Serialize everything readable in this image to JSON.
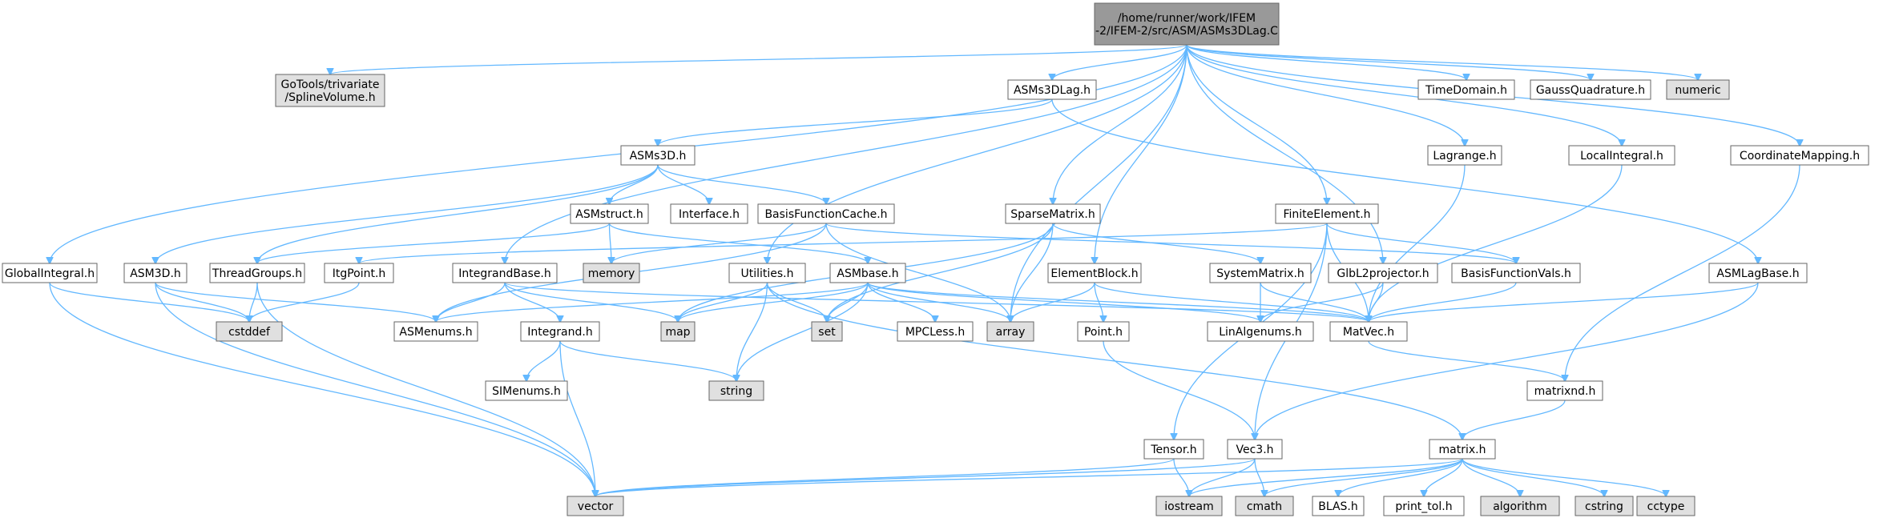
{
  "graph": {
    "direction": "top-down",
    "colors": {
      "edge": "#63b8ff",
      "node_fill": "#ffffff",
      "root_fill": "#999999",
      "external_fill": "#e0e0e0",
      "border": "#666666"
    },
    "nodes": [
      {
        "id": "root",
        "lines": [
          "/home/runner/work/IFEM",
          "-2/IFEM-2/src/ASM/ASMs3DLag.C"
        ],
        "style": "root"
      },
      {
        "id": "gotools",
        "lines": [
          "GoTools/trivariate",
          "/SplineVolume.h"
        ],
        "style": "external"
      },
      {
        "id": "asms3dlag_h",
        "lines": [
          "ASMs3DLag.h"
        ],
        "style": "local"
      },
      {
        "id": "timedomain",
        "lines": [
          "TimeDomain.h"
        ],
        "style": "local"
      },
      {
        "id": "gaussquad",
        "lines": [
          "GaussQuadrature.h"
        ],
        "style": "local"
      },
      {
        "id": "numeric",
        "lines": [
          "numeric"
        ],
        "style": "external"
      },
      {
        "id": "asms3d",
        "lines": [
          "ASMs3D.h"
        ],
        "style": "local"
      },
      {
        "id": "lagrange",
        "lines": [
          "Lagrange.h"
        ],
        "style": "local"
      },
      {
        "id": "localintegral",
        "lines": [
          "LocalIntegral.h"
        ],
        "style": "local"
      },
      {
        "id": "coordmapping",
        "lines": [
          "CoordinateMapping.h"
        ],
        "style": "local"
      },
      {
        "id": "asmstruct",
        "lines": [
          "ASMstruct.h"
        ],
        "style": "local"
      },
      {
        "id": "interface",
        "lines": [
          "Interface.h"
        ],
        "style": "local"
      },
      {
        "id": "bfcache",
        "lines": [
          "BasisFunctionCache.h"
        ],
        "style": "local"
      },
      {
        "id": "sparsematrix",
        "lines": [
          "SparseMatrix.h"
        ],
        "style": "local"
      },
      {
        "id": "finiteelement",
        "lines": [
          "FiniteElement.h"
        ],
        "style": "local"
      },
      {
        "id": "globalintegral",
        "lines": [
          "GlobalIntegral.h"
        ],
        "style": "local"
      },
      {
        "id": "asm3d",
        "lines": [
          "ASM3D.h"
        ],
        "style": "local"
      },
      {
        "id": "threadgroups",
        "lines": [
          "ThreadGroups.h"
        ],
        "style": "local"
      },
      {
        "id": "itgpoint",
        "lines": [
          "ItgPoint.h"
        ],
        "style": "local"
      },
      {
        "id": "integrandbase",
        "lines": [
          "IntegrandBase.h"
        ],
        "style": "local"
      },
      {
        "id": "memory",
        "lines": [
          "memory"
        ],
        "style": "external"
      },
      {
        "id": "utilities",
        "lines": [
          "Utilities.h"
        ],
        "style": "local"
      },
      {
        "id": "asmbase",
        "lines": [
          "ASMbase.h"
        ],
        "style": "local"
      },
      {
        "id": "elementblock",
        "lines": [
          "ElementBlock.h"
        ],
        "style": "local"
      },
      {
        "id": "systemmatrix",
        "lines": [
          "SystemMatrix.h"
        ],
        "style": "local"
      },
      {
        "id": "glbl2proj",
        "lines": [
          "GlbL2projector.h"
        ],
        "style": "local"
      },
      {
        "id": "bfvals",
        "lines": [
          "BasisFunctionVals.h"
        ],
        "style": "local"
      },
      {
        "id": "asmlagbase",
        "lines": [
          "ASMLagBase.h"
        ],
        "style": "local"
      },
      {
        "id": "cstddef",
        "lines": [
          "cstddef"
        ],
        "style": "external"
      },
      {
        "id": "asmenums",
        "lines": [
          "ASMenums.h"
        ],
        "style": "local"
      },
      {
        "id": "integrand",
        "lines": [
          "Integrand.h"
        ],
        "style": "local"
      },
      {
        "id": "map",
        "lines": [
          "map"
        ],
        "style": "external"
      },
      {
        "id": "set",
        "lines": [
          "set"
        ],
        "style": "external"
      },
      {
        "id": "mpcless",
        "lines": [
          "MPCLess.h"
        ],
        "style": "local"
      },
      {
        "id": "array",
        "lines": [
          "array"
        ],
        "style": "external"
      },
      {
        "id": "pointh",
        "lines": [
          "Point.h"
        ],
        "style": "local"
      },
      {
        "id": "linalgenums",
        "lines": [
          "LinAlgenums.h"
        ],
        "style": "local"
      },
      {
        "id": "matvec",
        "lines": [
          "MatVec.h"
        ],
        "style": "local"
      },
      {
        "id": "simenums",
        "lines": [
          "SIMenums.h"
        ],
        "style": "local"
      },
      {
        "id": "string",
        "lines": [
          "string"
        ],
        "style": "external"
      },
      {
        "id": "matrixnd",
        "lines": [
          "matrixnd.h"
        ],
        "style": "local"
      },
      {
        "id": "tensor",
        "lines": [
          "Tensor.h"
        ],
        "style": "local"
      },
      {
        "id": "vec3",
        "lines": [
          "Vec3.h"
        ],
        "style": "local"
      },
      {
        "id": "matrix",
        "lines": [
          "matrix.h"
        ],
        "style": "local"
      },
      {
        "id": "vector",
        "lines": [
          "vector"
        ],
        "style": "external"
      },
      {
        "id": "iostream",
        "lines": [
          "iostream"
        ],
        "style": "external"
      },
      {
        "id": "cmath",
        "lines": [
          "cmath"
        ],
        "style": "external"
      },
      {
        "id": "blas",
        "lines": [
          "BLAS.h"
        ],
        "style": "local"
      },
      {
        "id": "printtol",
        "lines": [
          "print_tol.h"
        ],
        "style": "local"
      },
      {
        "id": "algorithm",
        "lines": [
          "algorithm"
        ],
        "style": "external"
      },
      {
        "id": "cstring",
        "lines": [
          "cstring"
        ],
        "style": "external"
      },
      {
        "id": "cctype",
        "lines": [
          "cctype"
        ],
        "style": "external"
      }
    ],
    "edges": [
      [
        "root",
        "gotools"
      ],
      [
        "root",
        "asms3dlag_h"
      ],
      [
        "root",
        "timedomain"
      ],
      [
        "root",
        "gaussquad"
      ],
      [
        "root",
        "numeric"
      ],
      [
        "root",
        "lagrange"
      ],
      [
        "root",
        "localintegral"
      ],
      [
        "root",
        "coordmapping"
      ],
      [
        "root",
        "sparsematrix"
      ],
      [
        "root",
        "finiteelement"
      ],
      [
        "root",
        "globalintegral"
      ],
      [
        "root",
        "integrandbase"
      ],
      [
        "root",
        "elementblock"
      ],
      [
        "root",
        "glbl2proj"
      ],
      [
        "root",
        "array"
      ],
      [
        "root",
        "utilities"
      ],
      [
        "asms3dlag_h",
        "asms3d"
      ],
      [
        "asms3dlag_h",
        "asmlagbase"
      ],
      [
        "asms3d",
        "asmstruct"
      ],
      [
        "asms3d",
        "interface"
      ],
      [
        "asms3d",
        "bfcache"
      ],
      [
        "asms3d",
        "asm3d"
      ],
      [
        "asms3d",
        "threadgroups"
      ],
      [
        "asmstruct",
        "asmbase"
      ],
      [
        "asmstruct",
        "memory"
      ],
      [
        "asmstruct",
        "threadgroups"
      ],
      [
        "bfcache",
        "memory"
      ],
      [
        "bfcache",
        "array"
      ],
      [
        "bfcache",
        "bfvals"
      ],
      [
        "bfcache",
        "asmenums"
      ],
      [
        "sparsematrix",
        "systemmatrix"
      ],
      [
        "sparsematrix",
        "map"
      ],
      [
        "sparsematrix",
        "array"
      ],
      [
        "sparsematrix",
        "set"
      ],
      [
        "finiteelement",
        "tensor"
      ],
      [
        "finiteelement",
        "bfvals"
      ],
      [
        "finiteelement",
        "matvec"
      ],
      [
        "finiteelement",
        "vec3"
      ],
      [
        "finiteelement",
        "itgpoint"
      ],
      [
        "globalintegral",
        "cstddef"
      ],
      [
        "globalintegral",
        "vector"
      ],
      [
        "asm3d",
        "cstddef"
      ],
      [
        "asm3d",
        "asmenums"
      ],
      [
        "asm3d",
        "vector"
      ],
      [
        "threadgroups",
        "cstddef"
      ],
      [
        "threadgroups",
        "vector"
      ],
      [
        "itgpoint",
        "cstddef"
      ],
      [
        "integrandbase",
        "asmenums"
      ],
      [
        "integrandbase",
        "integrand"
      ],
      [
        "integrandbase",
        "map"
      ],
      [
        "integrandbase",
        "matvec"
      ],
      [
        "utilities",
        "map"
      ],
      [
        "utilities",
        "set"
      ],
      [
        "utilities",
        "string"
      ],
      [
        "utilities",
        "matrix"
      ],
      [
        "asmbase",
        "asmenums"
      ],
      [
        "asmbase",
        "map"
      ],
      [
        "asmbase",
        "set"
      ],
      [
        "asmbase",
        "mpcless"
      ],
      [
        "asmbase",
        "array"
      ],
      [
        "asmbase",
        "string"
      ],
      [
        "asmbase",
        "matvec"
      ],
      [
        "asmbase",
        "linalgenums"
      ],
      [
        "elementblock",
        "array"
      ],
      [
        "elementblock",
        "pointh"
      ],
      [
        "elementblock",
        "matvec"
      ],
      [
        "systemmatrix",
        "linalgenums"
      ],
      [
        "systemmatrix",
        "matvec"
      ],
      [
        "glbl2proj",
        "linalgenums"
      ],
      [
        "glbl2proj",
        "matvec"
      ],
      [
        "bfvals",
        "matvec"
      ],
      [
        "asmlagbase",
        "matvec"
      ],
      [
        "asmlagbase",
        "vec3"
      ],
      [
        "lagrange",
        "matvec"
      ],
      [
        "localintegral",
        "matvec"
      ],
      [
        "coordmapping",
        "matrixnd"
      ],
      [
        "integrand",
        "simenums"
      ],
      [
        "integrand",
        "string"
      ],
      [
        "integrand",
        "vector"
      ],
      [
        "pointh",
        "vec3"
      ],
      [
        "matvec",
        "matrixnd"
      ],
      [
        "matrixnd",
        "matrix"
      ],
      [
        "tensor",
        "vector"
      ],
      [
        "tensor",
        "iostream"
      ],
      [
        "vec3",
        "vector"
      ],
      [
        "vec3",
        "iostream"
      ],
      [
        "vec3",
        "cmath"
      ],
      [
        "matrix",
        "vector"
      ],
      [
        "matrix",
        "iostream"
      ],
      [
        "matrix",
        "cmath"
      ],
      [
        "matrix",
        "blas"
      ],
      [
        "matrix",
        "printtol"
      ],
      [
        "matrix",
        "algorithm"
      ],
      [
        "matrix",
        "cstring"
      ],
      [
        "matrix",
        "cctype"
      ]
    ]
  }
}
